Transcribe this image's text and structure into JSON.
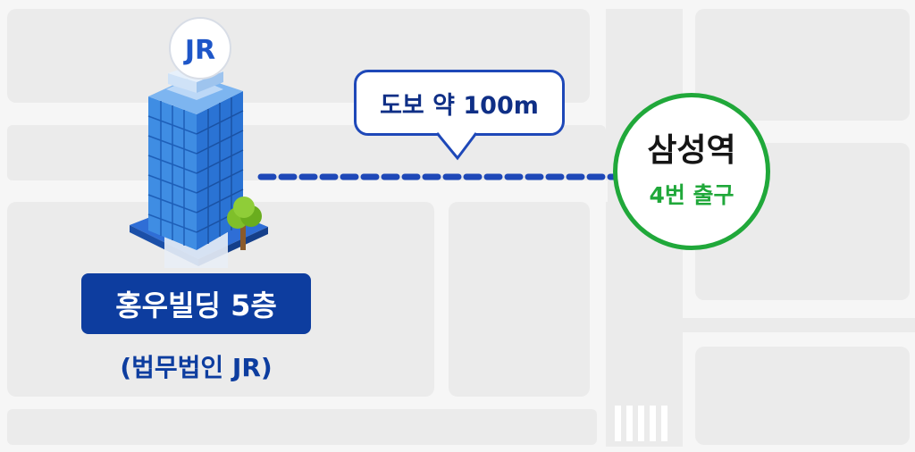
{
  "map": {
    "route_label": "도보 약 100m",
    "station": {
      "name": "삼성역",
      "exit": "4번 출구"
    },
    "building": {
      "label": "홍우빌딩 5층",
      "firm_name": "(법무법인 JR)",
      "logo_text": "JR"
    },
    "colors": {
      "navy": "#0d3d9f",
      "route_blue": "#1e48b8",
      "station_green": "#20a83a",
      "map_block": "#ebebeb",
      "map_road": "#f6f6f6"
    },
    "icons": [
      "office-building-icon",
      "tree-icon",
      "crosswalk-icon",
      "jr-logo-icon"
    ]
  }
}
